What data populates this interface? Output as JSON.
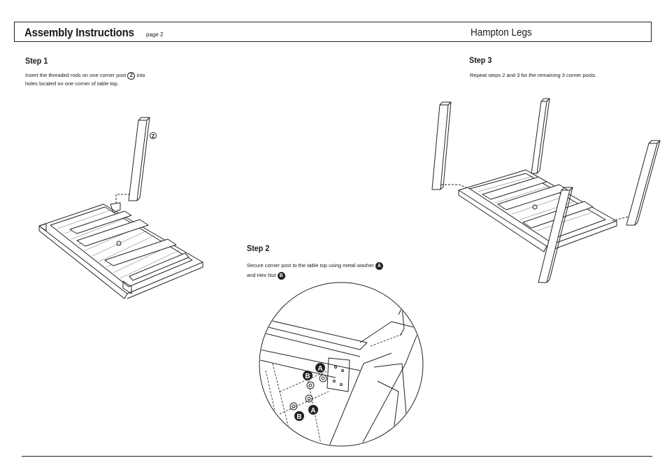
{
  "header": {
    "title": "Assembly Instructions",
    "page_label": "page 2",
    "product_name": "Hampton Legs"
  },
  "steps": [
    {
      "title": "Step 1",
      "text_before": "Insert the threaded rods on one corner post",
      "part_label": "Z",
      "text_after": "into",
      "text_line2": "holes located on one corner of table top."
    },
    {
      "title": "Step 2",
      "text_line1": "Secure corner post to the table top using metal washer",
      "washer_label": "A",
      "text_line2": "and Hex Nut",
      "nut_label": "B",
      "text_end": "."
    },
    {
      "title": "Step 3",
      "text": "Repeat steps 2 and 3 for the remaining 3 corner posts."
    }
  ],
  "callouts": {
    "post_label": "Z",
    "washer": "A",
    "nut": "B"
  }
}
